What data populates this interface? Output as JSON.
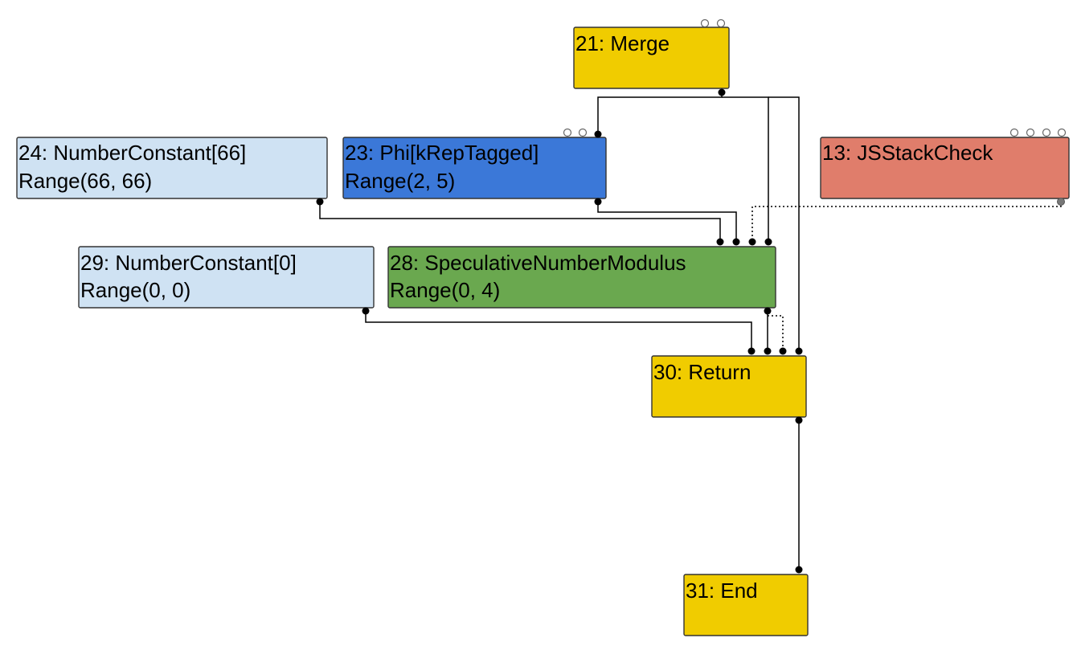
{
  "graph": {
    "nodes": [
      {
        "id": "n21",
        "name": "node-21-merge",
        "lines": [
          "21: Merge"
        ],
        "color": "#f0cc00"
      },
      {
        "id": "n23",
        "name": "node-23-phi",
        "lines": [
          "23: Phi[kRepTagged]",
          "Range(2, 5)"
        ],
        "color": "#3b78d8"
      },
      {
        "id": "n24",
        "name": "node-24-number-constant",
        "lines": [
          "24: NumberConstant[66]",
          "Range(66, 66)"
        ],
        "color": "#cfe2f3"
      },
      {
        "id": "n13",
        "name": "node-13-js-stack-check",
        "lines": [
          "13: JSStackCheck"
        ],
        "color": "#e07d6b"
      },
      {
        "id": "n29",
        "name": "node-29-number-constant",
        "lines": [
          "29: NumberConstant[0]",
          "Range(0, 0)"
        ],
        "color": "#cfe2f3"
      },
      {
        "id": "n28",
        "name": "node-28-speculative-number-modulus",
        "lines": [
          "28: SpeculativeNumberModulus",
          "Range(0, 4)"
        ],
        "color": "#6aa84f"
      },
      {
        "id": "n30",
        "name": "node-30-return",
        "lines": [
          "30: Return"
        ],
        "color": "#f0cc00"
      },
      {
        "id": "n31",
        "name": "node-31-end",
        "lines": [
          "31: End"
        ],
        "color": "#f0cc00"
      }
    ],
    "edges": [
      {
        "from": "n21",
        "to": "n23",
        "style": "solid"
      },
      {
        "from": "n21",
        "to": "n28",
        "style": "solid"
      },
      {
        "from": "n21",
        "to": "n30",
        "style": "solid"
      },
      {
        "from": "n24",
        "to": "n28",
        "style": "solid"
      },
      {
        "from": "n23",
        "to": "n28",
        "style": "solid"
      },
      {
        "from": "n13",
        "to": "n28",
        "style": "dotted"
      },
      {
        "from": "n29",
        "to": "n30",
        "style": "solid"
      },
      {
        "from": "n28",
        "to": "n30",
        "style": "solid"
      },
      {
        "from": "n28",
        "to": "n30",
        "style": "dotted"
      },
      {
        "from": "n30",
        "to": "n31",
        "style": "solid"
      }
    ]
  }
}
